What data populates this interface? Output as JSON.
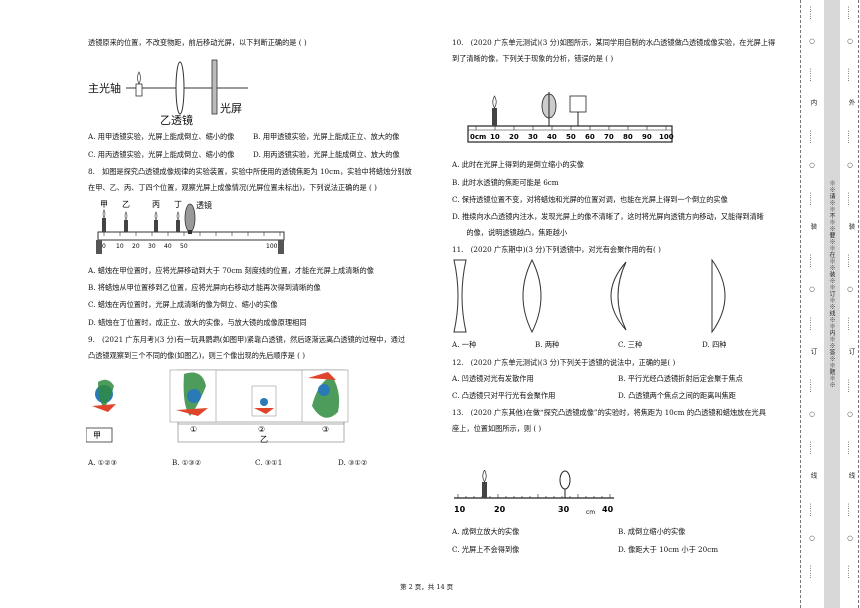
{
  "left": {
    "intro": "透镜原来的位置，不改变物距，前后移动光屏，以下判断正确的是 (    )",
    "fig1": {
      "axis": "主光轴",
      "lens": "乙透镜",
      "screen": "光屏"
    },
    "q7_options": [
      "A. 用甲透镜实验，光屏上能成倒立、缩小的像",
      "B. 用甲透镜实验，光屏上能成正立、放大的像",
      "C. 用丙透镜实验，光屏上能成倒立、缩小的像",
      "D. 用丙透镜实验，光屏上能成倒立、放大的像"
    ],
    "q8_line1": "8.　如图是探究凸透镜成像规律的实验装置，实验中所使用的透镜焦距为 10cm，实验中将蜡烛分别放",
    "q8_line2": "在甲、乙、丙、丁四个位置，观察光屏上成像情况(光屏位置未标出)，下列说法正确的是 (    )",
    "fig2": {
      "labels": [
        "甲",
        "乙",
        "丙",
        "丁"
      ],
      "lens": "透镜",
      "ticks": [
        "0",
        "10",
        "20",
        "30",
        "40",
        "50",
        "100"
      ]
    },
    "q8_options": [
      "A. 蜡烛在甲位置时，应将光屏移动到大于 70cm 刻度线的位置，才能在光屏上成清晰的像",
      "B. 将蜡烛从甲位置移到乙位置，应将光屏向右移动才能再次得到清晰的像",
      "C. 蜡烛在丙位置时，光屏上成清晰的像为倒立、缩小的实像",
      "D. 蜡烛在丁位置时，成正立、放大的实像，与放大镜的成像原理相同"
    ],
    "q9_line1": "9.　(2021 广东月考)(3 分)有一玩具鹦鹉(如图甲)紧靠凸透镜，然后逐渐远离凸透镜的过程中，通过",
    "q9_line2": "凸透镜观察到三个不同的像(如图乙)，则三个像出现的先后顺序是 (    )",
    "fig3": {
      "jia": "甲",
      "yi": "乙",
      "nums": [
        "①",
        "②",
        "③"
      ]
    },
    "q9_options": [
      "A. ①②③",
      "B. ①③②",
      "C. ③①1",
      "D. ③①②"
    ]
  },
  "right": {
    "q10_line1": "10.　(2020 广东单元测试)(3 分)如图所示，某同学用自制的水凸透镜做凸透镜成像实验，在光屏上得",
    "q10_line2": "到了清晰的像，下列关于现象的分析，错误的是 (    )",
    "fig4": {
      "ticks": [
        "0cm",
        "10",
        "20",
        "30",
        "40",
        "50",
        "60",
        "70",
        "80",
        "90",
        "100"
      ]
    },
    "q10_options": [
      "A. 此时在光屏上得到的是倒立缩小的实像",
      "B. 此时水透镜的焦距可能是 6cm",
      "C. 保持透镜位置不变，对将蜡烛和光屏的位置对调，也能在光屏上得到一个倒立的实像",
      "D. 推续向水凸透镜内注水，发现光屏上的像不清晰了，这时将光屏向透镜方向移动，又能得到清晰",
      "　　的像，说明透镜越凸，焦距越小"
    ],
    "q11": "11.　(2020 广东期中)(3 分)下列透镜中，对光有会聚作用的有(    )",
    "q11_options": [
      "A. 一种",
      "B. 两种",
      "C. 三种",
      "D. 四种"
    ],
    "q12": "12.　(2020 广东单元测试)(3 分)下列关于透镜的说法中，正确的是(    )",
    "q12_options": [
      "A. 凹透镜对光有发散作用",
      "B. 平行光经凸透镜折射后定会聚于焦点",
      "C. 凸透镜只对平行光有会聚作用",
      "D. 凸透镜两个焦点之间的距离叫焦距"
    ],
    "q13_line1": "13.　(2020 广东其他)在做“探究凸透镜成像”的实验时，将焦距为 10cm 的凸透镜和蜡烛放在光具",
    "q13_line2": "座上，位置如图所示，则 (    )",
    "fig5": {
      "ticks": [
        "10",
        "20",
        "30"
      ],
      "unit": "cm",
      "tick40": "40"
    },
    "q13_options": [
      "A. 成倒立放大的实像",
      "B. 成倒立缩小的实像",
      "C. 光屏上不会得到像",
      "D. 像距大于 10cm 小于 20cm"
    ]
  },
  "footer": "第 2 页，共 14 页",
  "sidebar": {
    "warning": "※※请※※不※※要※※在※※装※※订※※线※※内※※答※※题※※",
    "outer": [
      "……",
      "○",
      "……",
      "外",
      "……",
      "○",
      "……",
      "装",
      "……",
      "○",
      "……",
      "订",
      "……",
      "○",
      "……",
      "线",
      "……",
      "○",
      "……"
    ],
    "inner": [
      "……",
      "○",
      "……",
      "内",
      "……",
      "○",
      "……",
      "装",
      "……",
      "○",
      "……",
      "订",
      "……",
      "○",
      "……",
      "线",
      "……",
      "○",
      "……"
    ]
  }
}
